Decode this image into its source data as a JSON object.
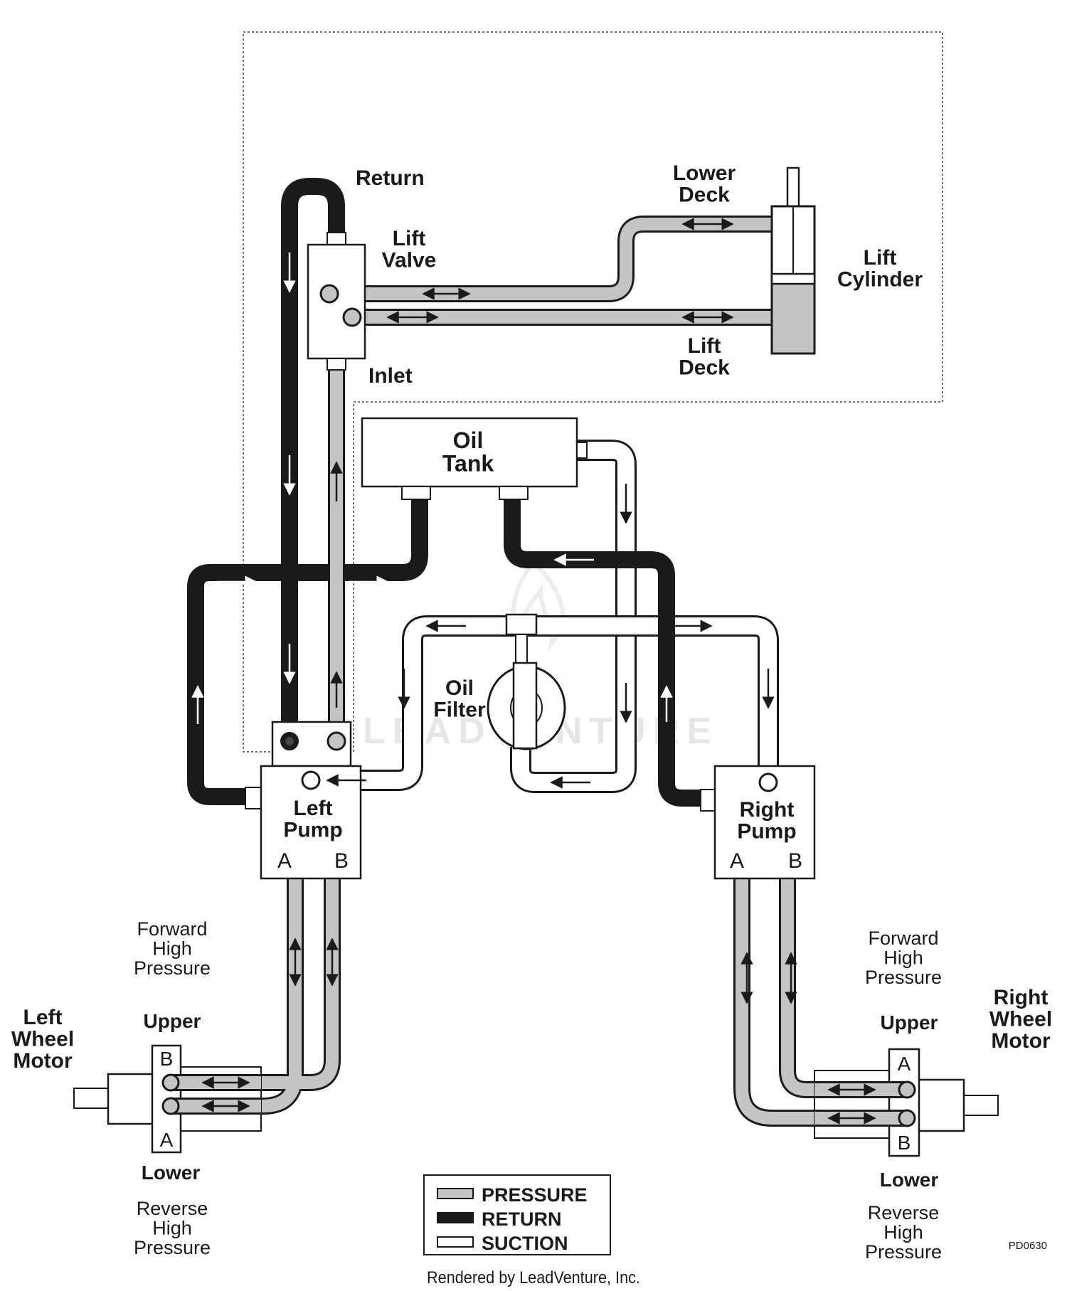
{
  "components": {
    "lift_valve": "Lift\nValve",
    "lift_cylinder": "Lift\nCylinder",
    "oil_tank": "Oil\nTank",
    "oil_filter": "Oil\nFilter",
    "left_pump": "Left\nPump",
    "right_pump": "Right\nPump",
    "left_wheel_motor": "Left\nWheel\nMotor",
    "right_wheel_motor": "Right\nWheel\nMotor"
  },
  "ports": {
    "return": "Return",
    "inlet": "Inlet",
    "lower_deck": "Lower\nDeck",
    "lift_deck": "Lift\nDeck",
    "pump_a": "A",
    "pump_b": "B",
    "motor_a": "A",
    "motor_b": "B"
  },
  "annotations": {
    "forward_high_pressure": "Forward\nHigh\nPressure",
    "reverse_high_pressure": "Reverse\nHigh\nPressure",
    "upper": "Upper",
    "lower": "Lower"
  },
  "legend": {
    "pressure": "PRESSURE",
    "return": "RETURN",
    "suction": "SUCTION",
    "pressure_color": "#c4c4c4",
    "return_color": "#1a1a1a",
    "suction_color": "#ffffff"
  },
  "footer": {
    "credit": "Rendered by LeadVenture, Inc.",
    "part_code": "PD0630"
  },
  "watermark": "LEADVENTURE"
}
